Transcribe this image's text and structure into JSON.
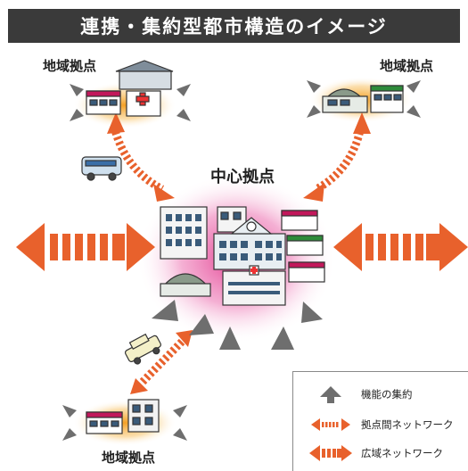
{
  "title": "連携・集約型都市構造のイメージ",
  "labels": {
    "center": "中心拠点",
    "area_top_left": "地域拠点",
    "area_top_right": "地域拠点",
    "area_bottom": "地域拠点"
  },
  "legend": {
    "aggregation": "機能の集約",
    "hub_network": "拠点間ネットワーク",
    "wide_network": "広域ネットワーク"
  },
  "colors": {
    "title_bg": "#3a3a3a",
    "arrow_orange": "#e8612c",
    "gray_arrow": "#6e6e6e",
    "center_glow": "#e23a8e",
    "local_glow": "#f39a18"
  }
}
